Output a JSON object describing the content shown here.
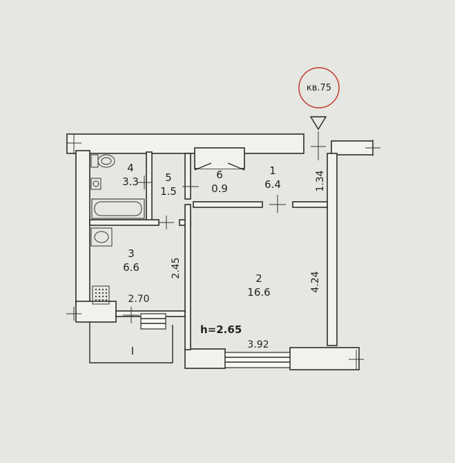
{
  "badge": {
    "text": "кв.75",
    "color": "#c0392b"
  },
  "rooms": [
    {
      "number": "1",
      "area": "6.4"
    },
    {
      "number": "2",
      "area": "16.6"
    },
    {
      "number": "3",
      "area": "6.6"
    },
    {
      "number": "4",
      "area": "3.3"
    },
    {
      "number": "5",
      "area": "1.5"
    },
    {
      "number": "6",
      "area": "0.9"
    }
  ],
  "dimensions": [
    "1.34",
    "4.24",
    "2.45",
    "2.70",
    "3.92"
  ],
  "ceiling_height": "h=2.65",
  "balcony_label": "I",
  "icons": [
    "toilet-icon",
    "sink-icon",
    "bathtub-icon",
    "stove-icon",
    "entrance-arrow-icon"
  ]
}
